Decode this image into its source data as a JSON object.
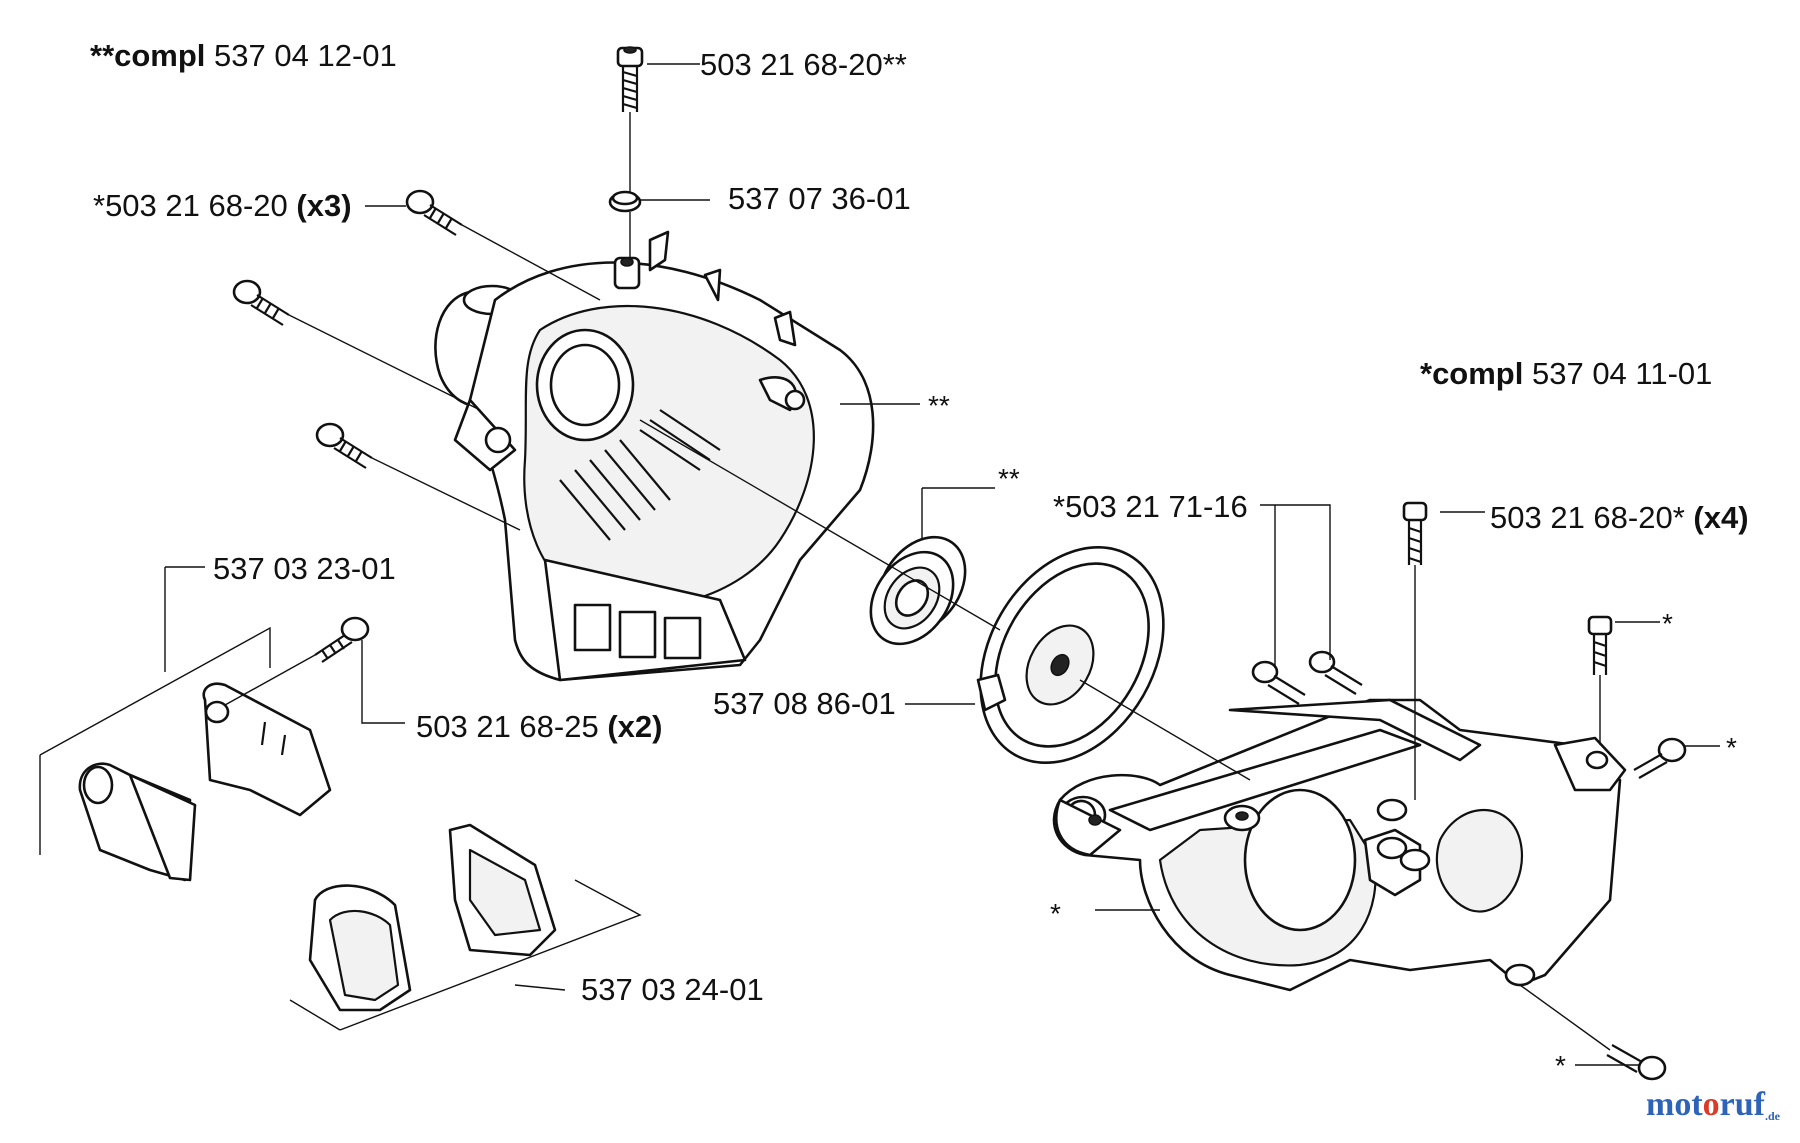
{
  "labels": {
    "compl_upper_prefix": "**compl",
    "compl_upper_number": "537 04 12-01",
    "bolt_top": "503 21 68-20**",
    "clip": "537 07 36-01",
    "bolts_left_number": "*503 21 68-20",
    "bolts_left_qty": "(x3)",
    "housing_upper_mark": "**",
    "bearing_mark": "**",
    "compl_lower_prefix": "*compl",
    "compl_lower_number": "537 04 11-01",
    "screws_mid_number": "*503 21 71-16",
    "bolt_right_number": "503 21 68-20*",
    "bolt_right_qty": "(x4)",
    "bracket_upper": "537 03 23-01",
    "screw_bracket_number": "503 21 68-25",
    "screw_bracket_qty": "(x2)",
    "starter_pulley": "537 08 86-01",
    "bracket_lower": "537 03 24-01",
    "mark_right_bolt1": "*",
    "mark_right_bolt2": "*",
    "mark_lower_housing": "*",
    "mark_bottom_bolt": "*"
  },
  "watermark": {
    "part1": "mot",
    "part2": "o",
    "part3": "ruf",
    "suffix": ".de",
    "colors": {
      "blue": "#2d64b8",
      "red": "#d93b2b"
    }
  }
}
